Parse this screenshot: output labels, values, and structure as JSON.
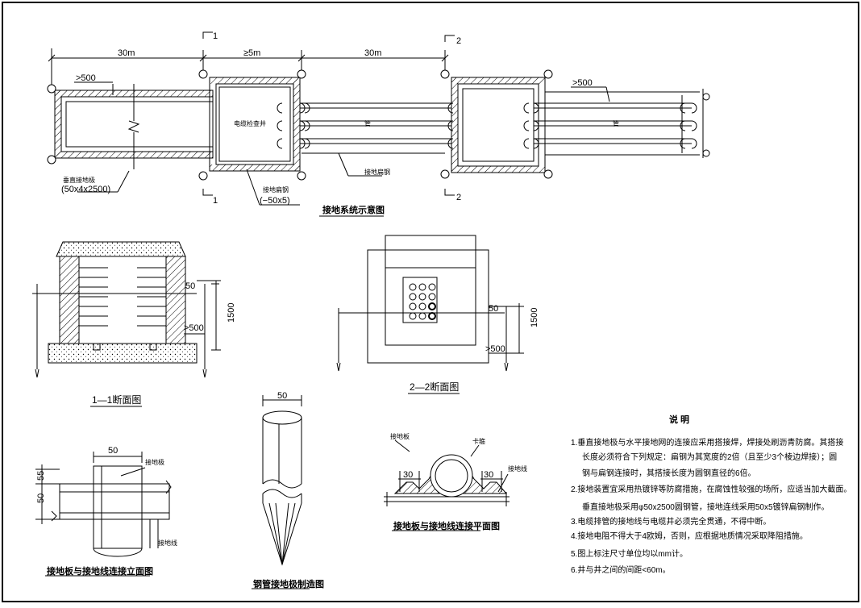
{
  "plan": {
    "dim_30m_left": "30m",
    "dim_5m": "≥5m",
    "dim_30m_mid": "30m",
    "dim_500_left": ">500",
    "dim_500_right": ">500",
    "section_mark_1": "1",
    "section_mark_2": "2",
    "label_well": "电缆检查井",
    "label_pipe_1": "管",
    "label_pipe_2": "管",
    "label_flat_steel": "接地扁钢",
    "label_flat_steel_bottom": "接地扁钢",
    "label_flat_steel_size": "(−50x5)",
    "label_vertical_electrode": "垂直接地极",
    "label_vertical_electrode_size": "(50x4x2500)",
    "title": "接地系统示意图"
  },
  "section11": {
    "dim_50": "50",
    "dim_1500": "1500",
    "dim_500": ">500",
    "title": "1—1断面图"
  },
  "section22": {
    "dim_50": "50",
    "dim_1500": "1500",
    "dim_500": ">500",
    "title": "2—2断面图"
  },
  "elevation": {
    "dim_50_top": "50",
    "dim_55": "55",
    "dim_50_side": "50",
    "label_electrode": "接地极",
    "label_wire": "接地线",
    "title": "接地板与接地线连接立面图"
  },
  "fabrication": {
    "dim_50": "50",
    "title": "钢管接地极制造图"
  },
  "connplan": {
    "label_electrode": "接地板",
    "label_card": "卡箍",
    "label_wire": "接地线",
    "dim_30_left": "30",
    "dim_30_right": "30",
    "title": "接地板与接地线连接平面图"
  },
  "notes": {
    "heading": "说    明",
    "items": [
      "1.垂直接地极与水平接地网的连接应采用搭接焊，焊接处刷沥青防腐。其搭接",
      "长度必须符合下列规定：扁钢为其宽度的2倍（且至少3个棱边焊接）；圆",
      "钢与扁钢连接时，其搭接长度为圆钢直径的6倍。",
      "2.接地装置宜采用热镀锌等防腐措施，在腐蚀性较强的场所，应适当加大截面。",
      "垂直接地极采用φ50x2500圆钢管，接地连线采用50x5镀锌扁钢制作。",
      "3.电缆排管的接地线与电缆井必须完全贯通，不得中断。",
      "4.接地电阻不得大于4欧姆，否则，应根据地质情况采取降阻措施。",
      "5.图上标注尺寸单位均以mm计。",
      "6.井与井之间的间距<60m。"
    ]
  }
}
